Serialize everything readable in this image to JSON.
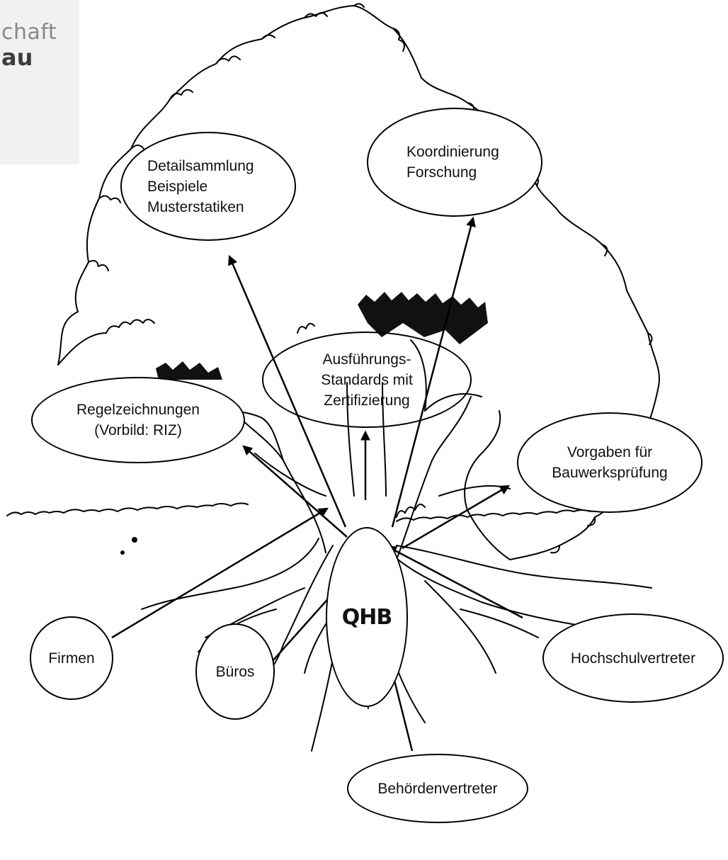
{
  "logo": {
    "line1": "chaft",
    "line2": "au"
  },
  "center": {
    "label": "QHB"
  },
  "branches": {
    "detail": {
      "lines": [
        "Detailsammlung",
        "Beispiele",
        "Musterstatiken"
      ]
    },
    "koord": {
      "lines": [
        "Koordinierung",
        "Forschung"
      ]
    },
    "ausf": {
      "lines": [
        "Ausführungs-",
        "Standards mit",
        "Zertifizierung"
      ]
    },
    "regel": {
      "lines": [
        "Regelzeichnungen",
        "(Vorbild: RIZ)"
      ]
    },
    "vorgaben": {
      "lines": [
        "Vorgaben für",
        "Bauwerksprüfung"
      ]
    }
  },
  "roots": {
    "firmen": {
      "label": "Firmen"
    },
    "bueros": {
      "label": "Büros"
    },
    "behoerden": {
      "label": "Behördenvertreter"
    },
    "hochschul": {
      "label": "Hochschulvertreter"
    }
  },
  "colors": {
    "line": "#000000",
    "shade": "#111111",
    "background": "#ffffff"
  }
}
